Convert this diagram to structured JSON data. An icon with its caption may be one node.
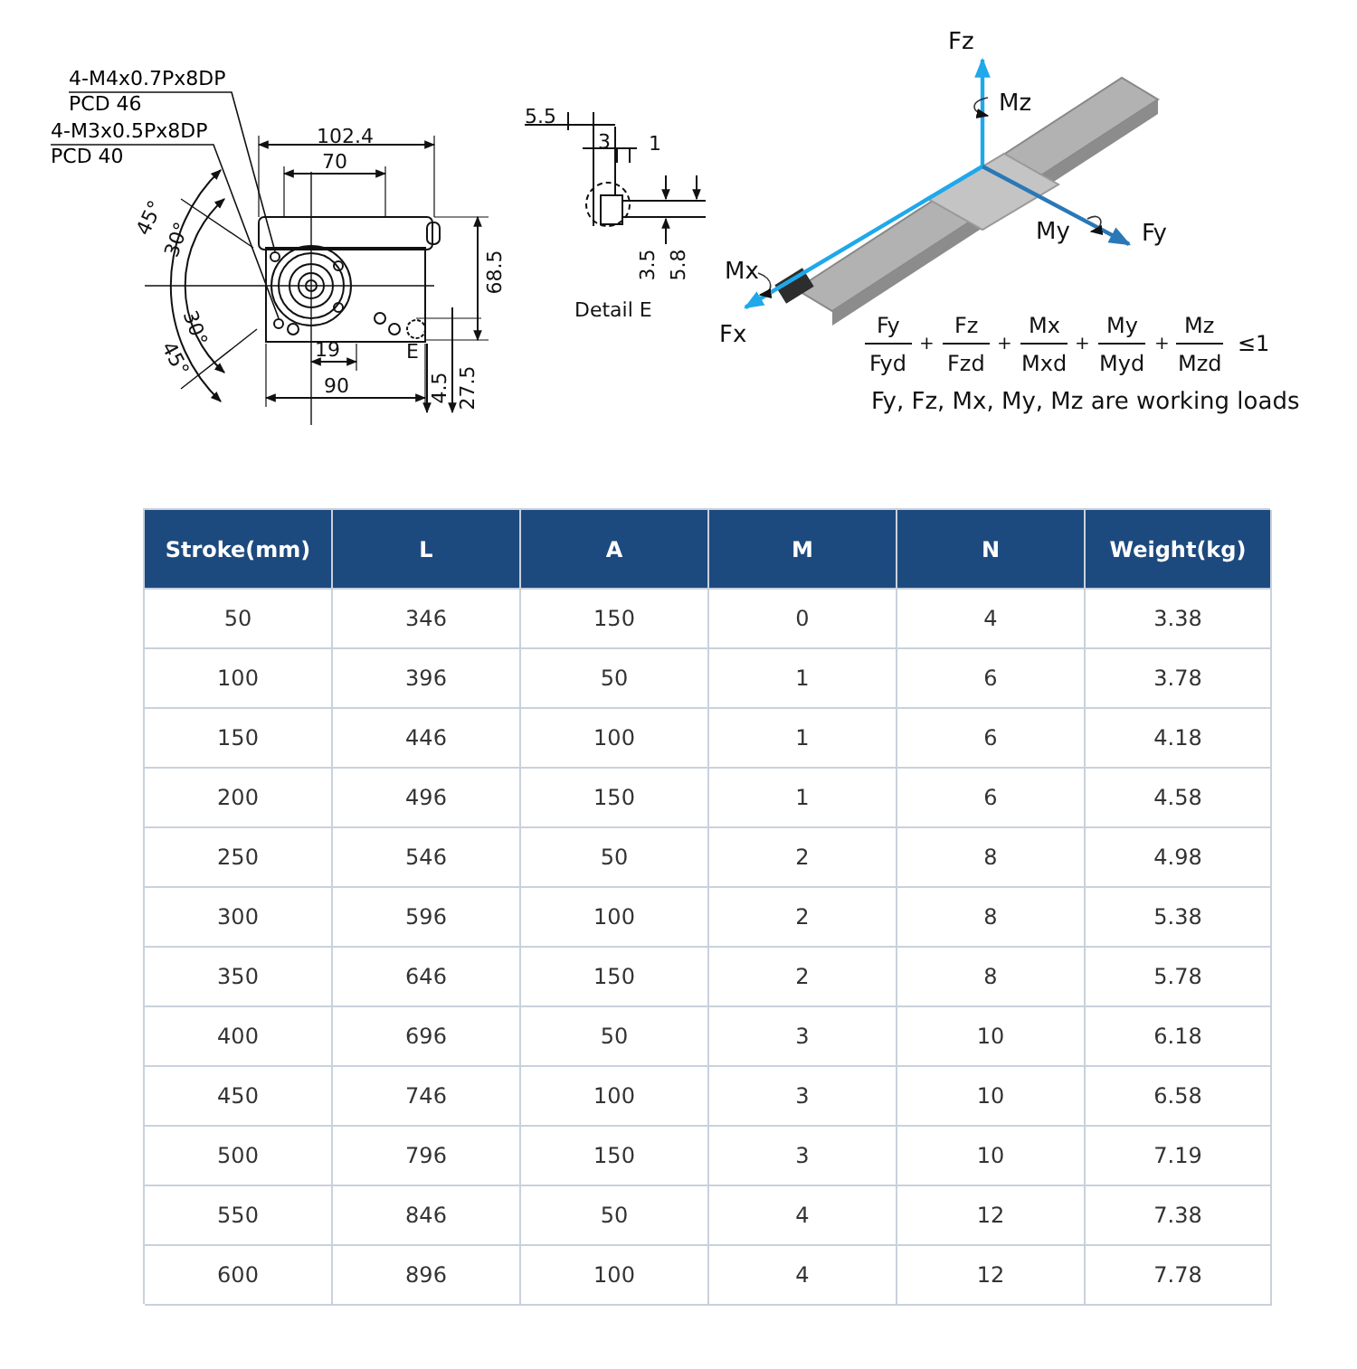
{
  "diagram": {
    "nodes": [
      {
        "text": [
          "4-M4x0.7Px8DP",
          "PCD 46"
        ]
      },
      {
        "text": [],
        "shape": "circle"
      },
      {
        "text": [
          "4-M3x0.5Px8DP",
          "PCD 40"
        ]
      },
      {
        "text": [],
        "shape": "circle"
      }
    ],
    "edges": [
      {
        "from": 0,
        "to": 1,
        "arrow": "none"
      },
      {
        "from": 2,
        "to": 3,
        "arrow": "none"
      }
    ],
    "labels": [
      "102.4",
      "70",
      "45°",
      "30°",
      "68.5",
      "30°",
      "45°",
      "19",
      "E",
      "90",
      "4.5",
      "27.5",
      "5.5",
      "3",
      "1",
      "3.5",
      "5.8",
      "Detail E",
      "Fz",
      "Mz",
      "My",
      "Fy",
      "Mx",
      "Fx",
      "Fy",
      "Fyd",
      "+",
      "Fz",
      "Fzd",
      "+",
      "Mx",
      "Mxd",
      "+",
      "My",
      "Myd",
      "+",
      "Mz",
      "Mzd",
      "≤1",
      "Fy, Fz, Mx, My, Mz are working loads",
      "Stroke(mm)",
      "L",
      "A",
      "M",
      "N",
      "Weight(kg)",
      "50",
      "346",
      "150",
      "0",
      "4",
      "3.38",
      "100",
      "396",
      "50",
      "1",
      "6",
      "3.78",
      "150",
      "446",
      "100",
      "1",
      "6",
      "4.18",
      "200",
      "496",
      "150",
      "1",
      "6",
      "4.58",
      "250",
      "546",
      "50",
      "2",
      "8",
      "4.98",
      "300",
      "596",
      "100",
      "2",
      "8",
      "5.38",
      "350",
      "646",
      "150",
      "2",
      "8",
      "5.78",
      "400",
      "696",
      "50",
      "3",
      "10",
      "6.18",
      "450",
      "746",
      "100",
      "3",
      "10",
      "6.58",
      "500",
      "796",
      "150",
      "3",
      "10",
      "7.19",
      "550",
      "846",
      "50",
      "4",
      "12",
      "7.38",
      "600",
      "896",
      "100",
      "4",
      "12",
      "7.78"
    ]
  }
}
